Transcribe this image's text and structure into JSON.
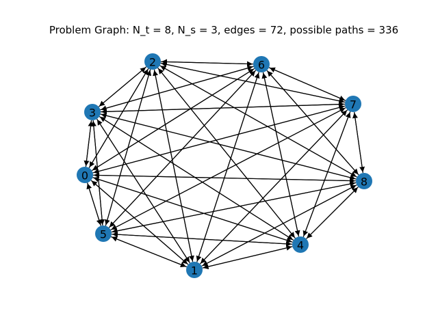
{
  "title": "Problem Graph: N_t = 8, N_s = 3, edges = 72, possible paths = 336",
  "style": {
    "node_color": "#1f77b4",
    "edge_color": "#000000",
    "label_color": "#000000"
  },
  "graph": {
    "directed": true,
    "nodes": [
      {
        "id": "0",
        "label": "0"
      },
      {
        "id": "1",
        "label": "1"
      },
      {
        "id": "2",
        "label": "2"
      },
      {
        "id": "3",
        "label": "3"
      },
      {
        "id": "4",
        "label": "4"
      },
      {
        "id": "5",
        "label": "5"
      },
      {
        "id": "6",
        "label": "6"
      },
      {
        "id": "7",
        "label": "7"
      },
      {
        "id": "8",
        "label": "8"
      }
    ],
    "edges": [
      [
        "0",
        "1"
      ],
      [
        "0",
        "2"
      ],
      [
        "0",
        "3"
      ],
      [
        "0",
        "4"
      ],
      [
        "0",
        "5"
      ],
      [
        "0",
        "6"
      ],
      [
        "0",
        "7"
      ],
      [
        "0",
        "8"
      ],
      [
        "1",
        "0"
      ],
      [
        "1",
        "2"
      ],
      [
        "1",
        "3"
      ],
      [
        "1",
        "4"
      ],
      [
        "1",
        "5"
      ],
      [
        "1",
        "6"
      ],
      [
        "1",
        "7"
      ],
      [
        "1",
        "8"
      ],
      [
        "2",
        "0"
      ],
      [
        "2",
        "1"
      ],
      [
        "2",
        "3"
      ],
      [
        "2",
        "4"
      ],
      [
        "2",
        "5"
      ],
      [
        "2",
        "6"
      ],
      [
        "2",
        "7"
      ],
      [
        "2",
        "8"
      ],
      [
        "3",
        "0"
      ],
      [
        "3",
        "1"
      ],
      [
        "3",
        "2"
      ],
      [
        "3",
        "4"
      ],
      [
        "3",
        "5"
      ],
      [
        "3",
        "6"
      ],
      [
        "3",
        "7"
      ],
      [
        "3",
        "8"
      ],
      [
        "4",
        "0"
      ],
      [
        "4",
        "1"
      ],
      [
        "4",
        "2"
      ],
      [
        "4",
        "3"
      ],
      [
        "4",
        "5"
      ],
      [
        "4",
        "6"
      ],
      [
        "4",
        "7"
      ],
      [
        "4",
        "8"
      ],
      [
        "5",
        "0"
      ],
      [
        "5",
        "1"
      ],
      [
        "5",
        "2"
      ],
      [
        "5",
        "3"
      ],
      [
        "5",
        "4"
      ],
      [
        "5",
        "6"
      ],
      [
        "5",
        "7"
      ],
      [
        "5",
        "8"
      ],
      [
        "6",
        "0"
      ],
      [
        "6",
        "1"
      ],
      [
        "6",
        "2"
      ],
      [
        "6",
        "3"
      ],
      [
        "6",
        "4"
      ],
      [
        "6",
        "5"
      ],
      [
        "6",
        "7"
      ],
      [
        "6",
        "8"
      ],
      [
        "7",
        "0"
      ],
      [
        "7",
        "1"
      ],
      [
        "7",
        "2"
      ],
      [
        "7",
        "3"
      ],
      [
        "7",
        "4"
      ],
      [
        "7",
        "5"
      ],
      [
        "7",
        "6"
      ],
      [
        "7",
        "8"
      ],
      [
        "8",
        "0"
      ],
      [
        "8",
        "1"
      ],
      [
        "8",
        "2"
      ],
      [
        "8",
        "3"
      ],
      [
        "8",
        "4"
      ],
      [
        "8",
        "5"
      ],
      [
        "8",
        "6"
      ],
      [
        "8",
        "7"
      ]
    ]
  }
}
